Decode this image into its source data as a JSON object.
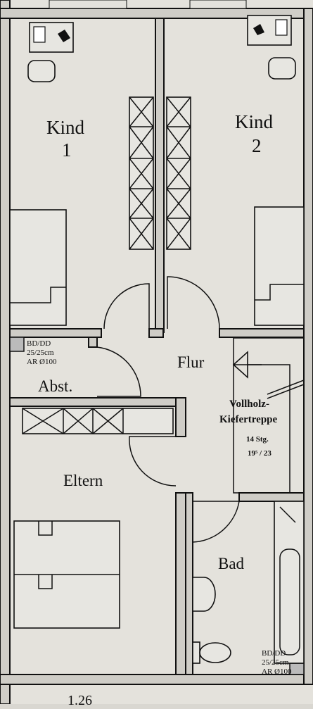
{
  "rooms": {
    "kind1": {
      "name": "Kind",
      "number": "1"
    },
    "kind2": {
      "name": "Kind",
      "number": "2"
    },
    "flur": "Flur",
    "abst": "Abst.",
    "eltern": "Eltern",
    "bad": "Bad"
  },
  "ventilation": {
    "top": {
      "line1": "BD/DD",
      "line2": "25/25cm",
      "line3": "AR Ø100"
    },
    "bottom": {
      "line1": "BD/DD",
      "line2": "25/25cm",
      "line3": "AR Ø100"
    }
  },
  "stairs": {
    "label_line1": "Vollholz-",
    "label_line2": "Kiefertreppe",
    "steps": "14 Stg.",
    "ratio": "19⁵ / 23"
  },
  "footer_dimension": "1.26"
}
